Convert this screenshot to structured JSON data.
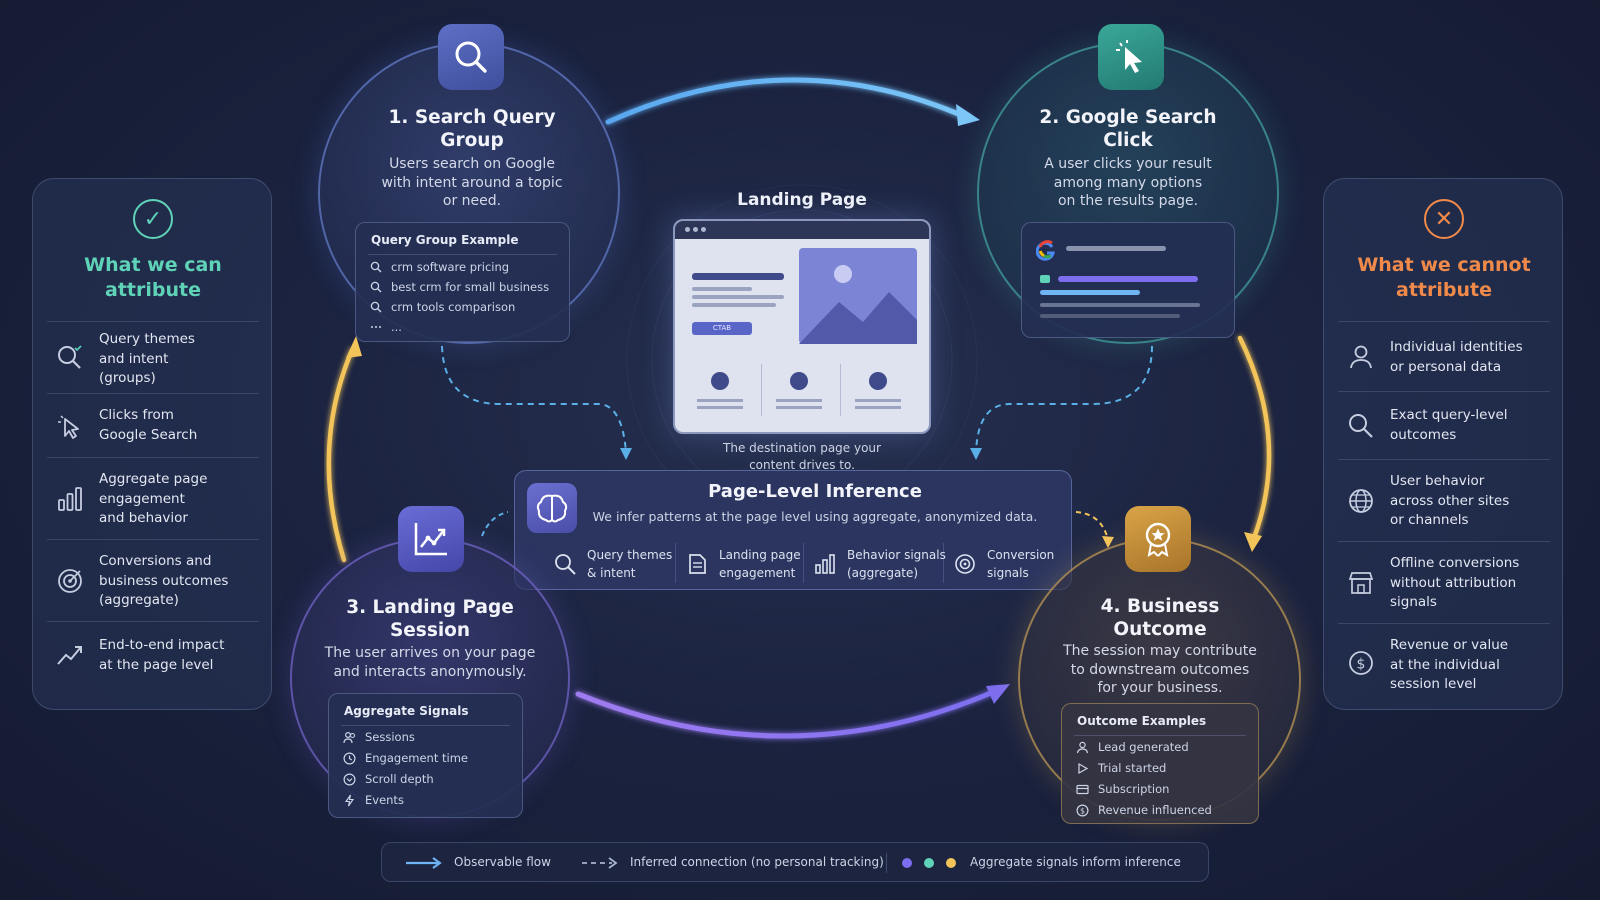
{
  "left_panel": {
    "title_line1": "What we can",
    "title_line2": "attribute",
    "items": [
      {
        "icon": "search-intent-icon",
        "lines": [
          "Query themes",
          "and intent",
          "(groups)"
        ]
      },
      {
        "icon": "cursor-click-icon",
        "lines": [
          "Clicks from",
          "Google Search"
        ]
      },
      {
        "icon": "bar-chart-icon",
        "lines": [
          "Aggregate page",
          "engagement",
          "and behavior"
        ]
      },
      {
        "icon": "target-icon",
        "lines": [
          "Conversions and",
          "business outcomes",
          "(aggregate)"
        ]
      },
      {
        "icon": "trend-up-icon",
        "lines": [
          "End-to-end impact",
          "at the page level"
        ]
      }
    ]
  },
  "right_panel": {
    "title_line1": "What we cannot",
    "title_line2": "attribute",
    "items": [
      {
        "icon": "user-icon",
        "lines": [
          "Individual identities",
          "or personal data"
        ]
      },
      {
        "icon": "search-icon",
        "lines": [
          "Exact query-level",
          "outcomes"
        ]
      },
      {
        "icon": "globe-icon",
        "lines": [
          "User behavior",
          "across other sites",
          "or channels"
        ]
      },
      {
        "icon": "store-icon",
        "lines": [
          "Offline conversions",
          "without attribution",
          "signals"
        ]
      },
      {
        "icon": "dollar-icon",
        "lines": [
          "Revenue or value",
          "at the individual",
          "session level"
        ]
      }
    ]
  },
  "step1": {
    "title_line1": "1. Search Query",
    "title_line2": "Group",
    "desc": [
      "Users search on Google",
      "with intent around a topic",
      "or need."
    ],
    "card_title": "Query Group Example",
    "rows": [
      "crm software pricing",
      "best crm for small business",
      "crm tools comparison",
      "..."
    ]
  },
  "step2": {
    "title_line1": "2. Google Search",
    "title_line2": "Click",
    "desc": [
      "A user clicks your result",
      "among many options",
      "on the results page."
    ]
  },
  "landing": {
    "title": "Landing Page",
    "cta": "CTAB",
    "caption": [
      "The destination page your",
      "content drives to."
    ]
  },
  "inference": {
    "title": "Page-Level Inference",
    "subtitle": "We infer patterns at the page level using aggregate, anonymized data.",
    "items": [
      {
        "icon": "search-icon",
        "lines": [
          "Query themes",
          "& intent"
        ]
      },
      {
        "icon": "document-icon",
        "lines": [
          "Landing page",
          "engagement"
        ]
      },
      {
        "icon": "bar-chart-icon",
        "lines": [
          "Behavior signals",
          "(aggregate)"
        ]
      },
      {
        "icon": "target-icon",
        "lines": [
          "Conversion",
          "signals"
        ]
      }
    ]
  },
  "step3": {
    "title_line1": "3. Landing Page",
    "title_line2": "Session",
    "desc": [
      "The user arrives on your page",
      "and interacts anonymously."
    ],
    "card_title": "Aggregate Signals",
    "rows": [
      "Sessions",
      "Engagement time",
      "Scroll depth",
      "Events"
    ]
  },
  "step4": {
    "title_line1": "4. Business",
    "title_line2": "Outcome",
    "desc": [
      "The session may contribute",
      "to downstream outcomes",
      "for your business."
    ],
    "card_title": "Outcome Examples",
    "rows": [
      "Lead generated",
      "Trial started",
      "Subscription",
      "Revenue influenced"
    ]
  },
  "legend": {
    "observable": "Observable flow",
    "inferred": "Inferred connection (no personal tracking)",
    "aggregate": "Aggregate signals inform inference"
  },
  "colors": {
    "teal": "#5fd3b8",
    "orange": "#f08a4b",
    "blue_arrow": "#6fb4f5",
    "yellow_arrow": "#f2c45a",
    "purple_arrow": "#9b7cf0",
    "dashed": "#5ab0e6"
  }
}
